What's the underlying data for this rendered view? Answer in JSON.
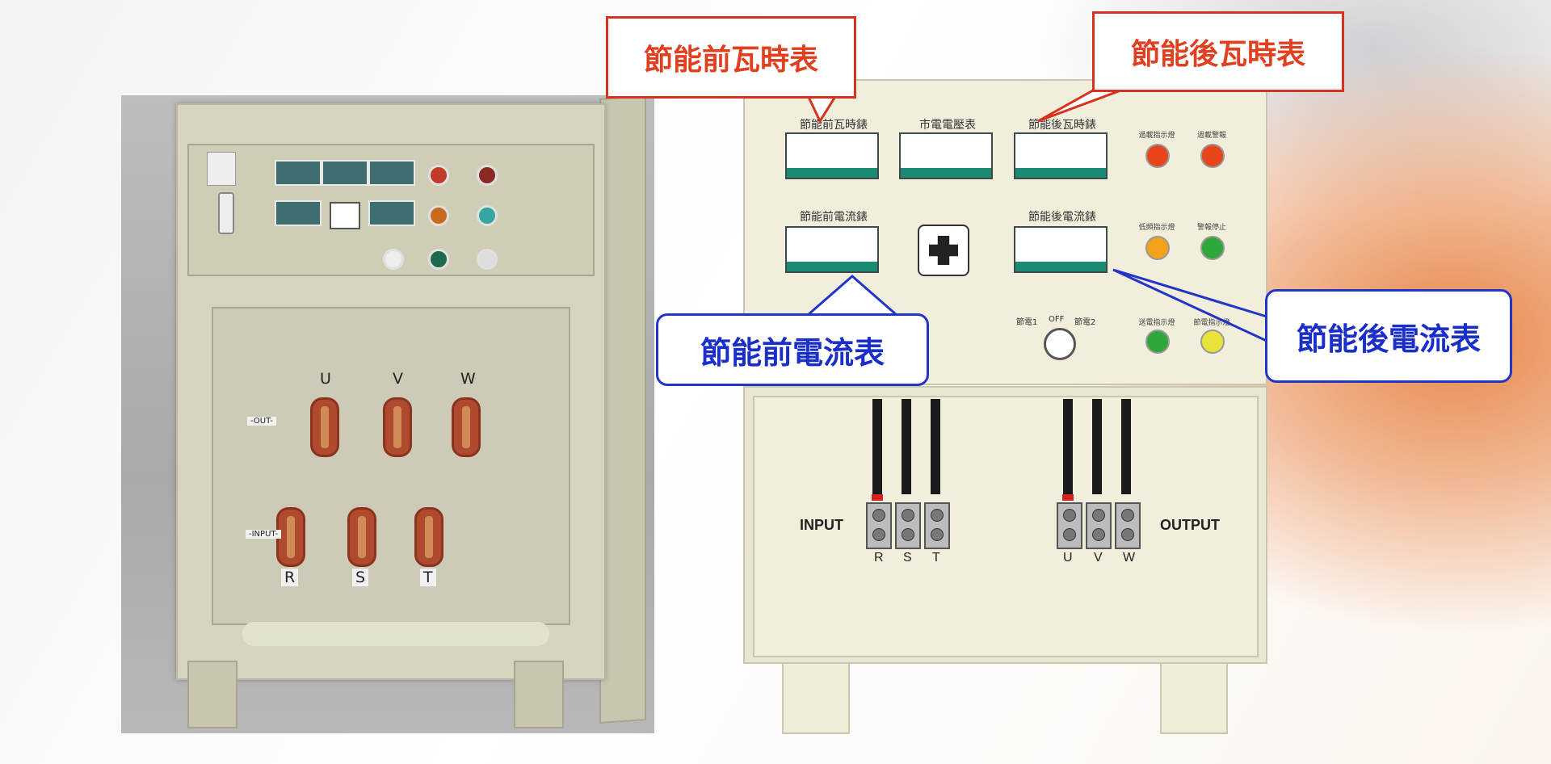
{
  "photo": {
    "labels": {
      "top_phases": [
        "U",
        "V",
        "W"
      ],
      "bottom_phases": [
        "R",
        "S",
        "T"
      ],
      "output_tag": "-OUT-",
      "input_tag": "-INPUT-"
    }
  },
  "panel": {
    "meters": {
      "before_kwh": "節能前瓦時錶",
      "grid_voltage": "市電電壓表",
      "after_kwh": "節能後瓦時錶",
      "before_current": "節能前電流錶",
      "after_current": "節能後電流錶"
    },
    "lamps": {
      "row1": [
        "過載指示燈",
        "過載警報"
      ],
      "row2": [
        "低頻指示燈",
        "警報停止"
      ],
      "row3": [
        "送電指示燈",
        "節電指示燈"
      ]
    },
    "switch_labels": [
      "節電1",
      "OFF",
      "節電2"
    ],
    "input_label": "INPUT",
    "output_label": "OUTPUT",
    "input_phases": [
      "R",
      "S",
      "T"
    ],
    "output_phases": [
      "U",
      "V",
      "W"
    ]
  },
  "callouts": {
    "before_kwh": "節能前瓦時表",
    "after_kwh": "節能後瓦時表",
    "before_current": "節能前電流表",
    "after_current": "節能後電流表"
  },
  "colors": {
    "red_callout": "#d8321f",
    "blue_callout": "#2136c9",
    "meter_strip": "#1c8a73",
    "lamp_red": "#e8451c",
    "lamp_orange": "#f2a11a",
    "lamp_green": "#2fa83a",
    "lamp_yellow": "#e8e23a"
  }
}
